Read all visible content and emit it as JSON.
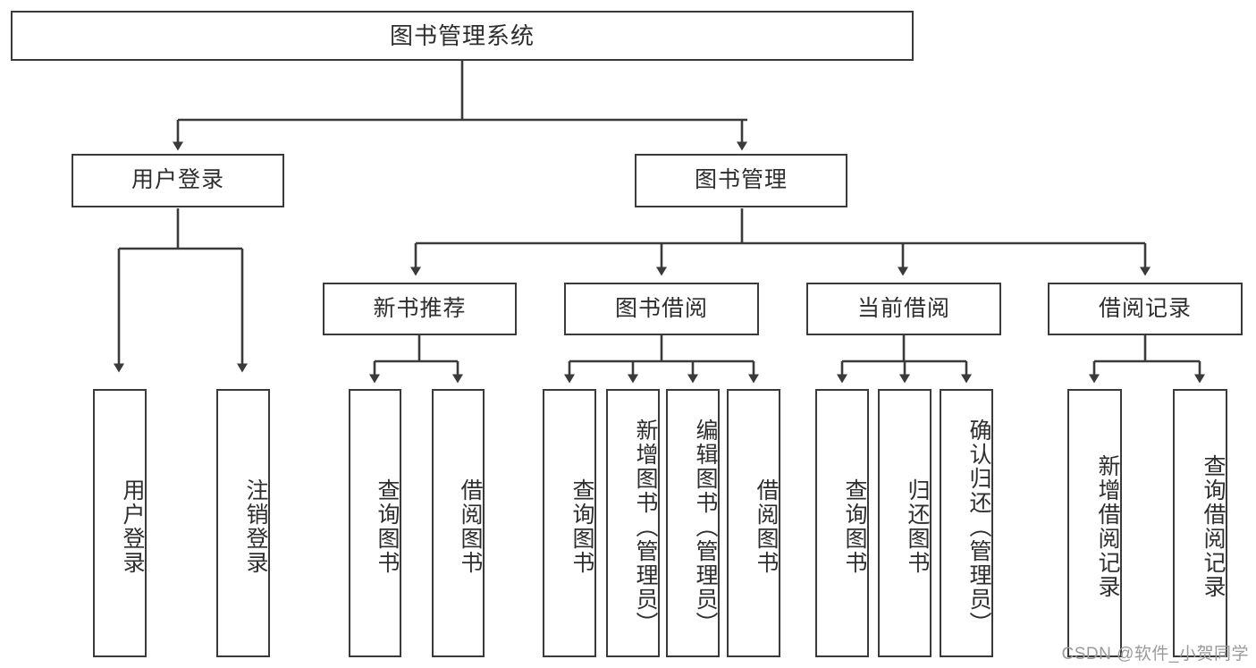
{
  "diagram": {
    "title": "图书管理系统",
    "type": "功能结构图",
    "watermark": "CSDN @软件_小贺同学",
    "colors": {
      "border": "#3a3a3a",
      "text": "#2e2e2e",
      "background": "#ffffff",
      "watermark": "#9a9a9a"
    },
    "nodes": {
      "root": {
        "label": "图书管理系统"
      },
      "level2": [
        {
          "id": "user-login",
          "label": "用户登录"
        },
        {
          "id": "book-management",
          "label": "图书管理"
        }
      ],
      "level3": [
        {
          "id": "new-book-recommend",
          "label": "新书推荐"
        },
        {
          "id": "book-borrow",
          "label": "图书借阅"
        },
        {
          "id": "current-borrow",
          "label": "当前借阅"
        },
        {
          "id": "borrow-record",
          "label": "借阅记录"
        }
      ],
      "leaves": {
        "user-login": [
          {
            "id": "leaf-user-login",
            "label": "用户登录"
          },
          {
            "id": "leaf-logout",
            "label": "注销登录"
          }
        ],
        "new-book-recommend": [
          {
            "id": "leaf-query-book-1",
            "label": "查询图书"
          },
          {
            "id": "leaf-borrow-book-1",
            "label": "借阅图书"
          }
        ],
        "book-borrow": [
          {
            "id": "leaf-query-book-2",
            "label": "查询图书"
          },
          {
            "id": "leaf-add-book",
            "label": "新增图书（管理员）"
          },
          {
            "id": "leaf-edit-book",
            "label": "编辑图书（管理员）"
          },
          {
            "id": "leaf-borrow-book-2",
            "label": "借阅图书"
          }
        ],
        "current-borrow": [
          {
            "id": "leaf-query-book-3",
            "label": "查询图书"
          },
          {
            "id": "leaf-return-book",
            "label": "归还图书"
          },
          {
            "id": "leaf-confirm-return",
            "label": "确认归还（管理员）"
          }
        ],
        "borrow-record": [
          {
            "id": "leaf-add-record",
            "label": "新增借阅记录"
          },
          {
            "id": "leaf-query-record",
            "label": "查询借阅记录"
          }
        ]
      }
    }
  }
}
